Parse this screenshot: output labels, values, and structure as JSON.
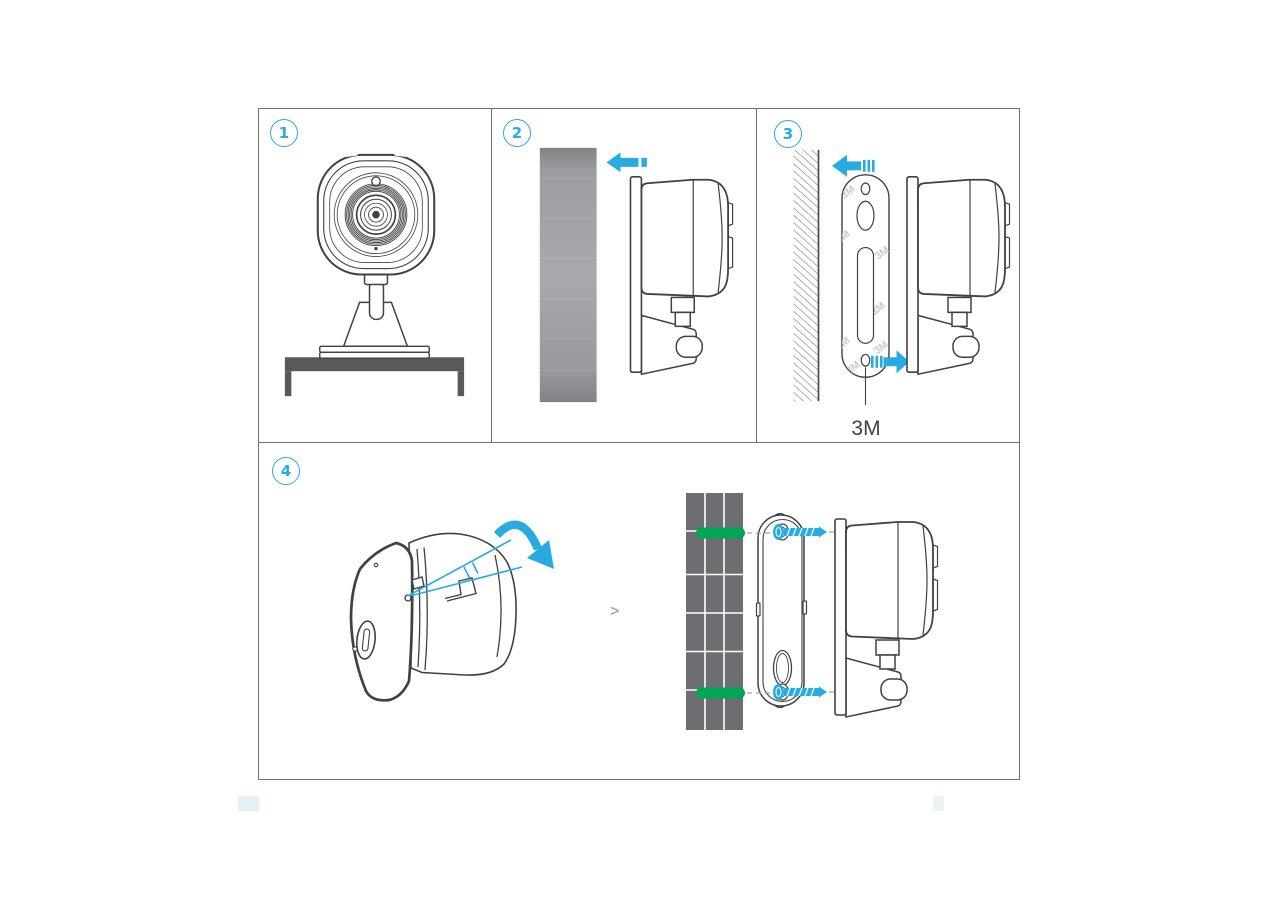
{
  "colors": {
    "accent_blue": "#29ABE2",
    "anchor_green": "#00A651",
    "line": "#414042",
    "desk_gray": "#58595B",
    "tile_gray": "#6D6E71",
    "border_gray": "#6F6F6F",
    "watermark_gray": "#C9CBCD",
    "dash_gray": "#9D9FA2",
    "chevron_gray": "#8F9193",
    "metal_light": "#A7A9AC",
    "metal_dark": "#808285",
    "artifact_left": "#E4EFF6",
    "artifact_right": "#E8F5F3"
  },
  "steps": [
    {
      "number": "1",
      "icon": "camera-on-desk-illustration"
    },
    {
      "number": "2",
      "icon": "metal-plate-peel-illustration"
    },
    {
      "number": "3",
      "icon": "adhesive-pad-wall-mount-illustration"
    },
    {
      "number": "4",
      "icon": "screw-mount-illustration"
    }
  ],
  "labels": {
    "adhesive_brand": "3M",
    "adhesive_watermark": "3M",
    "sequence_chevron": ">"
  }
}
